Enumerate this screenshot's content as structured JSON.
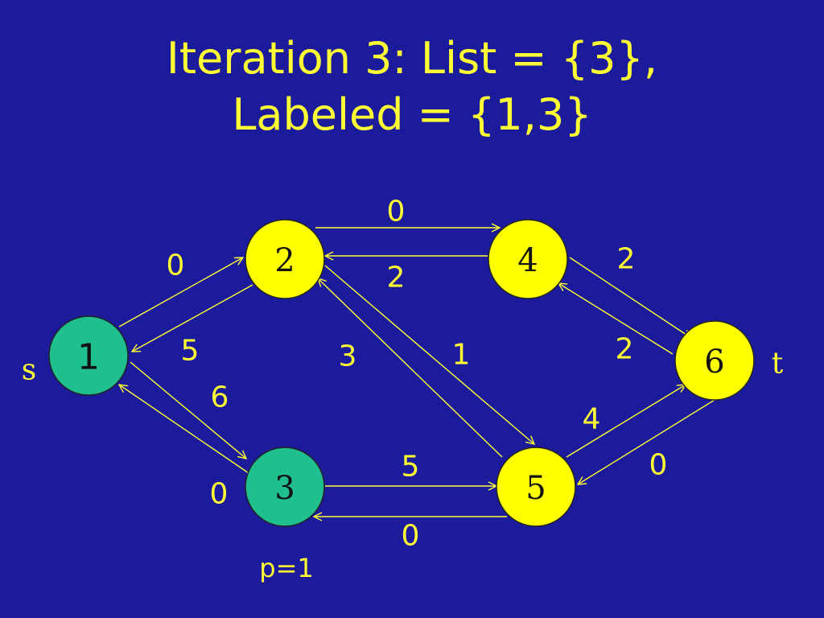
{
  "title": {
    "line1": "Iteration 3: List = {3},",
    "line2": "Labeled = {1,3}"
  },
  "colors": {
    "background": "#1b1b9b",
    "text": "#ffff33",
    "labeled_node": "#1fbf8f",
    "unlabeled_node": "#ffff00"
  },
  "nodes": [
    {
      "id": "1",
      "label": "1",
      "state": "labeled",
      "font": "sans"
    },
    {
      "id": "2",
      "label": "2",
      "state": "unlabeled",
      "font": "serif"
    },
    {
      "id": "3",
      "label": "3",
      "state": "labeled",
      "font": "serif"
    },
    {
      "id": "4",
      "label": "4",
      "state": "unlabeled",
      "font": "serif"
    },
    {
      "id": "5",
      "label": "5",
      "state": "unlabeled",
      "font": "serif"
    },
    {
      "id": "6",
      "label": "6",
      "state": "unlabeled",
      "font": "serif"
    }
  ],
  "edges": [
    {
      "from": "1",
      "to": "2",
      "value": "0"
    },
    {
      "from": "2",
      "to": "1",
      "value": "5"
    },
    {
      "from": "1",
      "to": "3",
      "value": "6"
    },
    {
      "from": "3",
      "to": "1",
      "value": "0"
    },
    {
      "from": "2",
      "to": "4",
      "value": "0"
    },
    {
      "from": "4",
      "to": "2",
      "value": "2"
    },
    {
      "from": "2",
      "to": "5",
      "value": "1"
    },
    {
      "from": "5",
      "to": "2",
      "value": "3"
    },
    {
      "from": "3",
      "to": "5",
      "value": "5"
    },
    {
      "from": "5",
      "to": "3",
      "value": "0"
    },
    {
      "from": "4",
      "to": "6",
      "value": "2"
    },
    {
      "from": "6",
      "to": "4",
      "value": "2"
    },
    {
      "from": "5",
      "to": "6",
      "value": "4"
    },
    {
      "from": "6",
      "to": "5",
      "value": "0"
    }
  ],
  "source_label": "s",
  "sink_label": "t",
  "note": "p=1"
}
